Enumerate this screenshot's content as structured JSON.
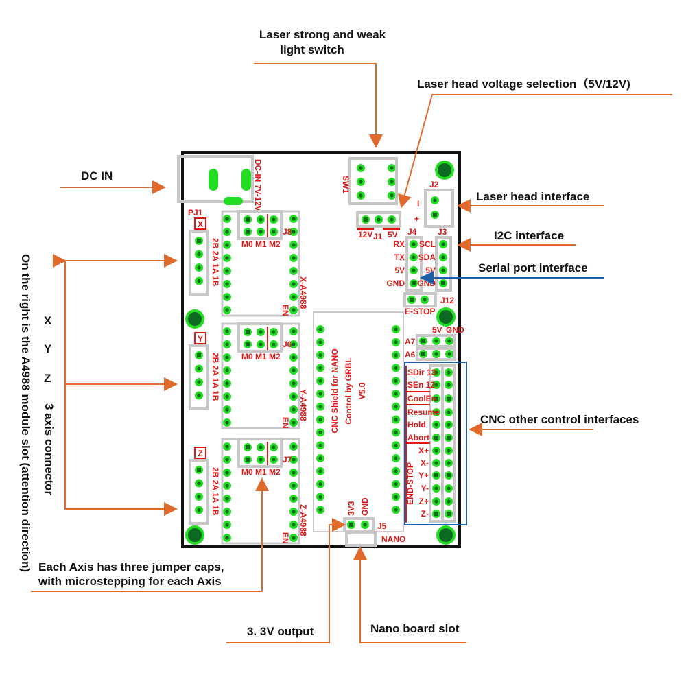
{
  "annotations": {
    "switch_l1": "Laser strong and weak",
    "switch_l2": "light switch",
    "voltage": "Laser head voltage selection（5V/12V)",
    "dc_in": "DC IN",
    "laser_head": "Laser head interface",
    "i2c": "I2C interface",
    "serial": "Serial port interface",
    "cnc_other": "CNC other control interfaces",
    "x": "X",
    "y": "Y",
    "z": "Z",
    "axis_connector": "3 axis connector",
    "a4988_slot": "On the right is the A4988 module slot (attention direction)",
    "jumper_l1": "Each Axis has three jumper caps,",
    "jumper_l2": "with microstepping for each Axis",
    "v33_output": "3. 3V output",
    "nano_slot": "Nano board slot"
  },
  "board": {
    "dc_in": "DC-IN 7V-12V",
    "pj1": "PJ1",
    "sw1": "SW1",
    "j1": "J1",
    "j1_12v": "12V",
    "j1_5v": "5V",
    "j2": "J2",
    "j2_minus": "I",
    "j2_plus": "+",
    "j4": "J4",
    "j3": "J3",
    "serial_pins": [
      "RX",
      "TX",
      "5V",
      "GND"
    ],
    "i2c_pins": [
      "SCL",
      "SDA",
      "5V",
      "GND"
    ],
    "j12": "J12",
    "estop": "E-STOP",
    "axis_marks": [
      "X",
      "Y",
      "Z"
    ],
    "coil_labels": "2B 2A 1A 1B",
    "jumpers": [
      "M0",
      "M1",
      "M2"
    ],
    "drivers": [
      {
        "j": "J8",
        "name": "X-A4988"
      },
      {
        "j": "J6",
        "name": "Y-A4988"
      },
      {
        "j": "J7",
        "name": "Z-A4988"
      }
    ],
    "en": "EN",
    "nano_l1": "CNC Shield for NANO",
    "nano_l2": "Control by GRBL",
    "nano_l3": "V5.0",
    "j5": "J5",
    "v33": "3V3",
    "gnd": "GND",
    "nano": "NANO",
    "a7": "A7",
    "a6": "A6",
    "a_5v": "5V",
    "a_gnd": "GND",
    "ctrl": [
      "SDir 13",
      "SEn 12",
      "CoolEn",
      "Resume",
      "Hold",
      "Abort",
      "X+",
      "X-",
      "Y+",
      "Y-",
      "Z+",
      "Z-"
    ],
    "endstop": "END-STOP"
  },
  "colors": {
    "annotation": "#e06a2c",
    "serial_arrow": "#1f5fa8",
    "pad": "#22dd22",
    "silk": "#e01818"
  }
}
